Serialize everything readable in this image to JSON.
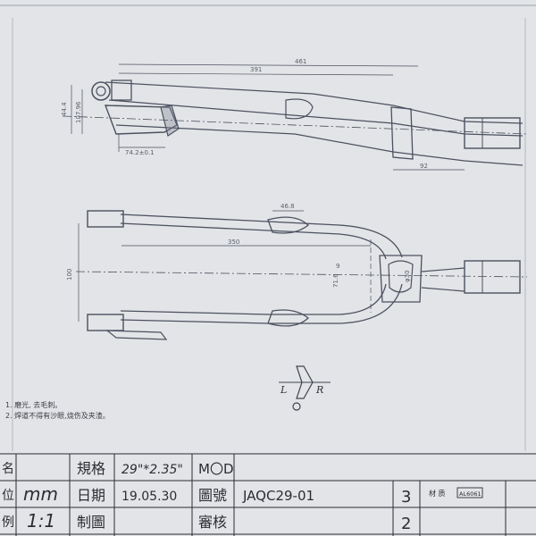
{
  "notes": {
    "line1": "1. 磨光, 去毛刺。",
    "line2": "2. 焊道不得有沙眼,烧伤及夹渣。"
  },
  "dimensions": {
    "top_overall": "461",
    "top_inner": "391",
    "top_height": "44.4",
    "top_offset": "107.96",
    "top_clearance": "74.2±0.1",
    "top_tip": "92",
    "front_width": "46.8",
    "front_span": "350",
    "front_height": "100",
    "front_crown": "71.6",
    "front_crown_width": "9",
    "steerer_dia": "φ30"
  },
  "labels": {
    "left": "L",
    "right": "R"
  },
  "title_block": {
    "spec_label": "規格",
    "spec_value": "29\"*2.35\"",
    "model_label": "M〇D",
    "unit_partial": "位",
    "unit_value": "mm",
    "date_label": "日期",
    "date_value": "19.05.30",
    "drawing_no_label": "圖號",
    "drawing_no_value": "JAQC29-01",
    "scale_partial": "例",
    "scale_value": "1:1",
    "drafter_label": "制圖",
    "checker_label": "審核",
    "left_partial_top": "名",
    "count_top": "3",
    "count_bottom": "2",
    "material_label": "材 质",
    "material_value": "AL6061"
  }
}
